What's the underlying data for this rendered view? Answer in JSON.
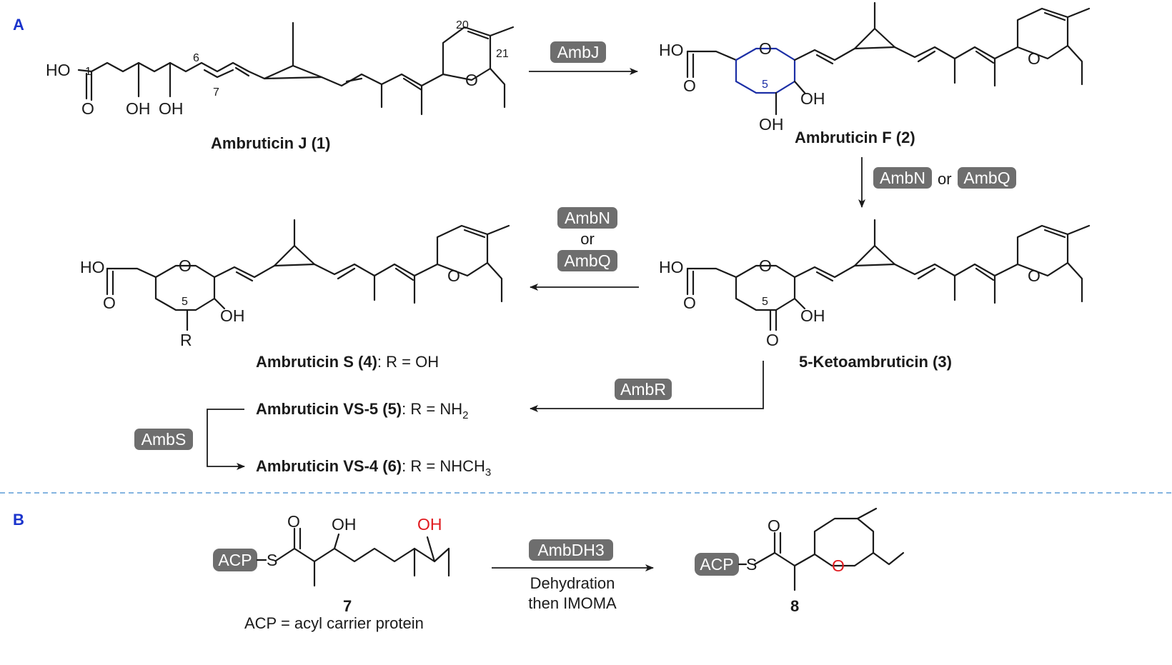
{
  "panels": {
    "a": "A",
    "b": "B"
  },
  "colors": {
    "panel": "#1a33cc",
    "enzyme_box": "#6e6e6e",
    "ring_highlight": "#1c2fa6",
    "oxygen_highlight": "#e0191e",
    "divider": "#5b9bd5"
  },
  "enzymes": {
    "ambJ": "AmbJ",
    "ambN": "AmbN",
    "ambQ": "AmbQ",
    "or": "or",
    "ambR": "AmbR",
    "ambS": "AmbS",
    "ambDH3": "AmbDH3"
  },
  "compounds": {
    "c1": "Ambruticin J (1)",
    "c2": "Ambruticin F (2)",
    "c3": "5-Ketoambruticin (3)",
    "c4_name": "Ambruticin S (4)",
    "c4_r": ": R = OH",
    "c5_name": "Ambruticin VS-5 (5)",
    "c5_r": ": R = NH",
    "c5_sub": "2",
    "c6_name": "Ambruticin VS-4 (6)",
    "c6_r": ": R = NHCH",
    "c6_sub": "3",
    "c7": "7",
    "c7_note": "ACP = acyl carrier protein",
    "c8": "8"
  },
  "atoms": {
    "ho": "HO",
    "o": "O",
    "oh": "OH",
    "r": "R",
    "s": "S",
    "acp": "ACP",
    "n1": "1",
    "n5": "5",
    "n6": "6",
    "n7": "7",
    "n20": "20",
    "n21": "21"
  },
  "conditions": {
    "line1": "Dehydration",
    "line2": "then IMOMA"
  }
}
